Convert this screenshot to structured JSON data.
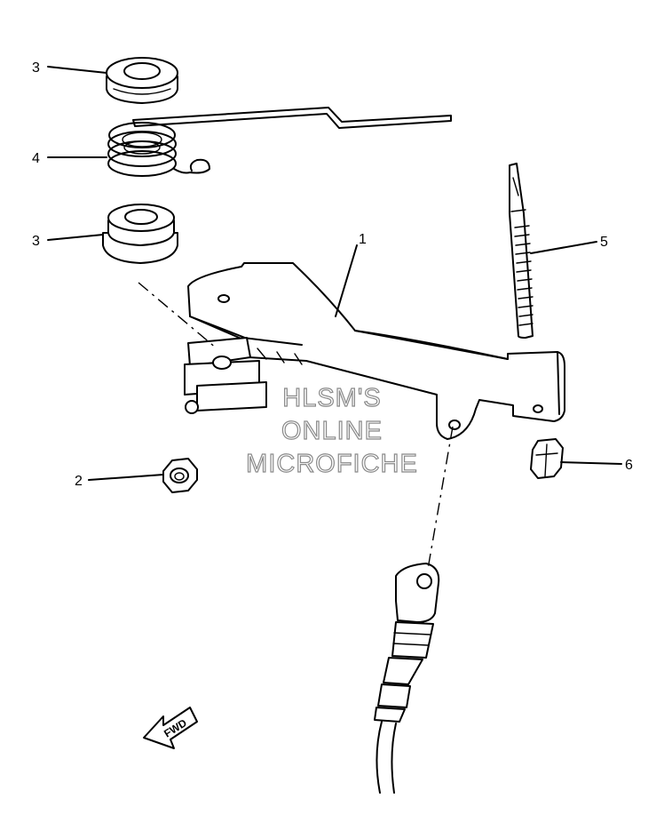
{
  "callouts": [
    {
      "id": "3",
      "part": "grommet-top"
    },
    {
      "id": "4",
      "part": "torsion-spring"
    },
    {
      "id": "3",
      "part": "grommet-bottom"
    },
    {
      "id": "1",
      "part": "throttle-lever-bracket"
    },
    {
      "id": "5",
      "part": "adjusting-screw"
    },
    {
      "id": "2",
      "part": "hex-nut"
    },
    {
      "id": "6",
      "part": "cap-nut"
    }
  ],
  "watermark": [
    "HLSM'S",
    "ONLINE",
    "MICROFICHE"
  ],
  "fwd_label": "FWD",
  "colors": {
    "ink": "#000000",
    "watermark_outline": "#8a8a8a",
    "background": "#ffffff"
  }
}
